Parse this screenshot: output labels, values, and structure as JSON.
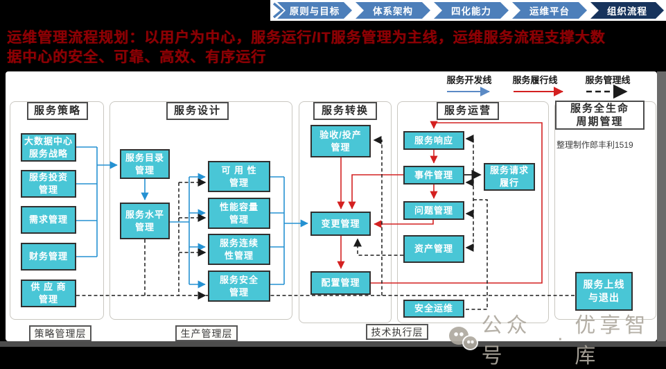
{
  "nav": {
    "items": [
      "原则与目标",
      "体系架构",
      "四化能力",
      "运维平台",
      "组织流程"
    ]
  },
  "title": {
    "line1": "运维管理流程规划：以用户为中心，服务运行/IT服务管理为主线，运维服务流程支撑大数",
    "line2": "据中心的安全、可靠、高效、有序运行"
  },
  "legend": {
    "dev_label": "服务开发线",
    "fulfill_label": "服务履行线",
    "manage_label": "服务管理线",
    "dev_color": "#5b8ac5",
    "fulfill_color": "#d42020",
    "manage_color": "#1c1c1c"
  },
  "colors": {
    "box_fill": "#49c6d6",
    "blue_line": "#2491d2",
    "red_line": "#d42020",
    "dash_line": "#1c1c1c",
    "title_red": "#8e0004",
    "nav_blue": "#4d7fba",
    "nav_dark": "#17335c"
  },
  "columns": {
    "strategy": {
      "header": "服务策略"
    },
    "design": {
      "header": "服务设计"
    },
    "transition": {
      "header": "服务转换"
    },
    "operation": {
      "header": "服务运营"
    },
    "lifecycle": {
      "header_line1": "服务全生命",
      "header_line2": "周期管理",
      "credit": "整理制作郎丰利1519"
    }
  },
  "layers": {
    "strategy": "策略管理层",
    "production": "生产管理层",
    "technical": "技术执行层"
  },
  "boxes": {
    "bigdata_strategy": {
      "l1": "大数据中心",
      "l2": "服务战略"
    },
    "investment": {
      "l1": "服务投资",
      "l2": "管理"
    },
    "demand": {
      "l1": "需求管理"
    },
    "finance": {
      "l1": "财务管理"
    },
    "supplier": {
      "l1": "供 应 商",
      "l2": "管理"
    },
    "catalog": {
      "l1": "服务目录",
      "l2": "管理"
    },
    "level": {
      "l1": "服务水平",
      "l2": "管理"
    },
    "availability": {
      "l1": "可 用 性",
      "l2": "管理"
    },
    "capacity": {
      "l1": "性能容量",
      "l2": "管理"
    },
    "continuity": {
      "l1": "服务连续",
      "l2": "性管理"
    },
    "security": {
      "l1": "服务安全",
      "l2": "管理"
    },
    "acceptance": {
      "l1": "验收/投产",
      "l2": "管理"
    },
    "change": {
      "l1": "变更管理"
    },
    "config": {
      "l1": "配置管理"
    },
    "response": {
      "l1": "服务响应"
    },
    "incident": {
      "l1": "事件管理"
    },
    "problem": {
      "l1": "问题管理"
    },
    "asset": {
      "l1": "资产管理"
    },
    "secops": {
      "l1": "安全运维"
    },
    "request": {
      "l1": "服务请求",
      "l2": "履行"
    },
    "onboard": {
      "l1": "服务上线",
      "l2": "与退出"
    }
  },
  "watermark": {
    "text1": "公众号",
    "dot": "·",
    "text2": "优享智库"
  }
}
